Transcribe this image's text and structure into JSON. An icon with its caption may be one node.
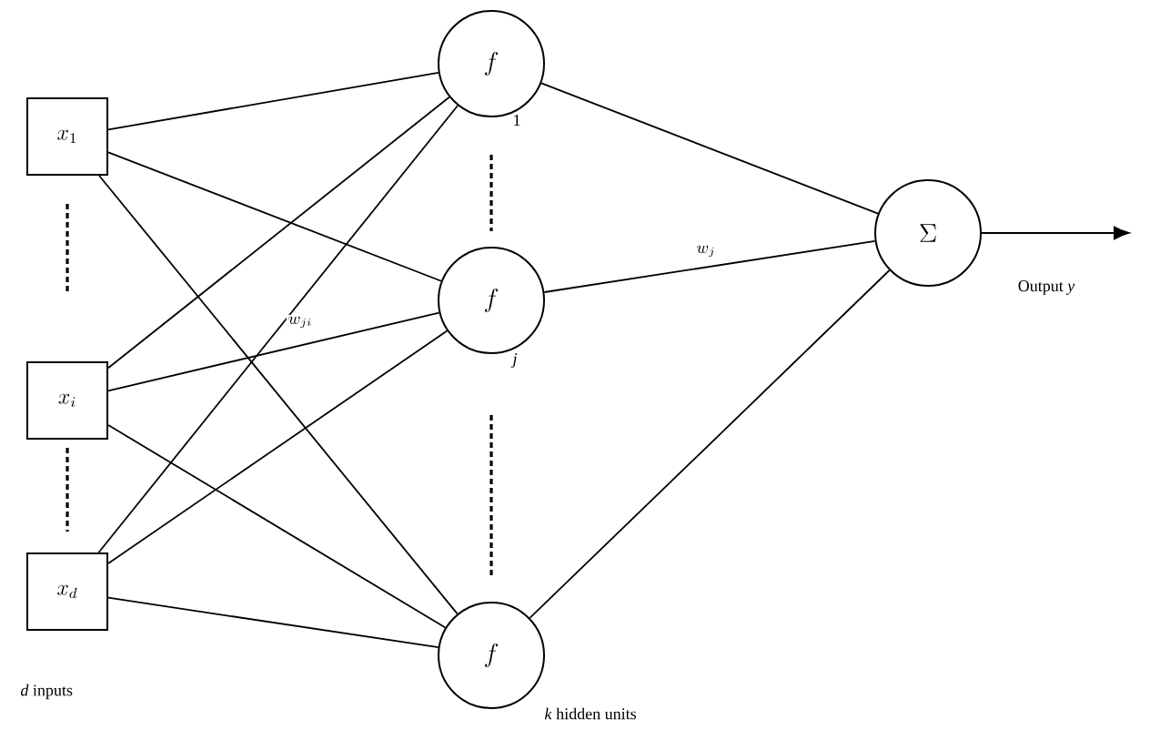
{
  "diagram": {
    "nodes": [
      {
        "text": [
          "x_1"
        ]
      },
      {
        "text": [
          "x_i"
        ]
      },
      {
        "text": [
          "x_d"
        ],
        "beside": [
          "*d* inputs"
        ]
      },
      {
        "text": [
          "f"
        ],
        "beside": [
          "1"
        ]
      },
      {
        "text": [
          "f"
        ],
        "beside": [
          "*j*"
        ]
      },
      {
        "text": [
          "f"
        ],
        "beside": [
          "*k* hidden units"
        ]
      },
      {
        "text": [
          "\\Sigma"
        ]
      }
    ],
    "edges": [
      {
        "from": 0,
        "to": 3,
        "arrow": "none"
      },
      {
        "from": 0,
        "to": 4,
        "arrow": "none"
      },
      {
        "from": 0,
        "to": 5,
        "arrow": "none"
      },
      {
        "from": 1,
        "to": 3,
        "arrow": "none"
      },
      {
        "from": 1,
        "to": 4,
        "arrow": "none",
        "label": "w_{ji}"
      },
      {
        "from": 1,
        "to": 5,
        "arrow": "none"
      },
      {
        "from": 2,
        "to": 3,
        "arrow": "none"
      },
      {
        "from": 2,
        "to": 4,
        "arrow": "none"
      },
      {
        "from": 2,
        "to": 5,
        "arrow": "none"
      },
      {
        "from": 3,
        "to": 6,
        "arrow": "none"
      },
      {
        "from": 4,
        "to": 6,
        "arrow": "none",
        "label": "w_j"
      },
      {
        "from": 5,
        "to": 6,
        "arrow": "none"
      },
      {
        "from": 6,
        "to": null,
        "arrow": "to",
        "label": "Output *y*"
      }
    ]
  }
}
